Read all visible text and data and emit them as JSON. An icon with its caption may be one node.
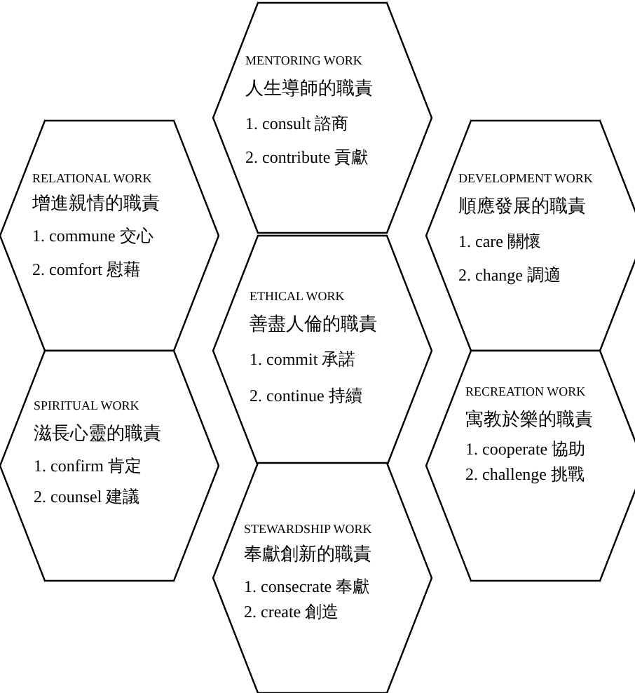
{
  "diagram": {
    "nodes": [
      {
        "text": [
          "MENTORING WORK",
          "人生導師的職責",
          "1. consult 諮商",
          "2. contribute 貢獻"
        ]
      },
      {
        "text": [
          "RELATIONAL WORK",
          "增進親情的職責",
          "1. commune 交心",
          "2. comfort 慰藉"
        ]
      },
      {
        "text": [
          "DEVELOPMENT WORK",
          "順應發展的職責",
          "1. care 關懷",
          "2. change 調適"
        ]
      },
      {
        "text": [
          "ETHICAL WORK",
          "善盡人倫的職責",
          "1. commit 承諾",
          "2. continue 持續"
        ]
      },
      {
        "text": [
          "SPIRITUAL WORK",
          "滋長心靈的職責",
          "1. confirm 肯定",
          "2. counsel 建議"
        ]
      },
      {
        "text": [
          "RECREATION WORK",
          "寓教於樂的職責",
          "1. cooperate 協助",
          "2. challenge 挑戰"
        ]
      },
      {
        "text": [
          "STEWARDSHIP WORK",
          "奉獻創新的職責",
          "1. consecrate 奉獻",
          "2. create 創造"
        ]
      }
    ]
  }
}
